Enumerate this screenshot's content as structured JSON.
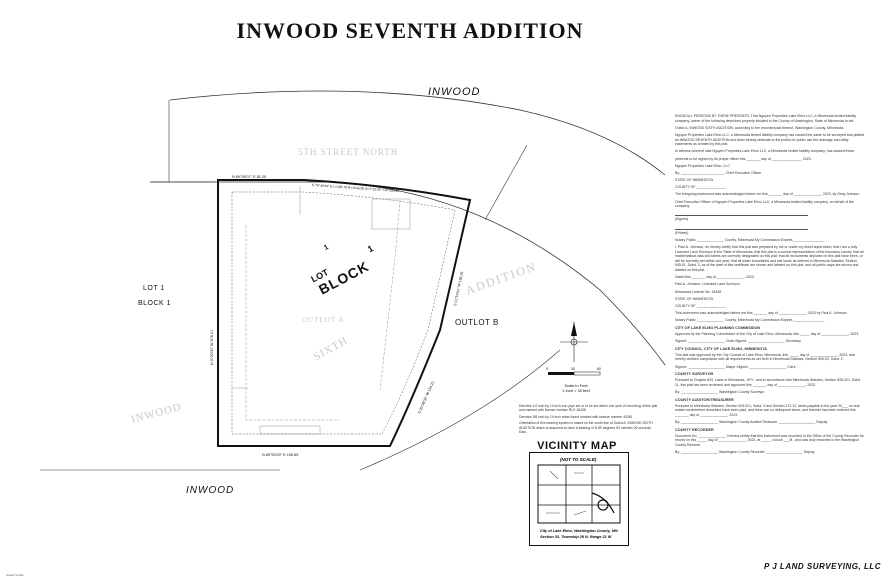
{
  "title": "INWOOD SEVENTH ADDITION",
  "labels": {
    "inwood_top": "INWOOD",
    "fifth_street": "5TH STREET NORTH",
    "lot1_block1_left_lot": "LOT 1",
    "lot1_block1_left_block": "BLOCK 1",
    "inwood_left": "INWOOD",
    "inwood_bottom": "INWOOD",
    "sixth": "SIXTH",
    "addition": "ADDITION",
    "outlot_a": "OUTLOT A",
    "outlot_b": "OUTLOT B",
    "lot_main": "LOT",
    "lot_num": "1",
    "block_main": "BLOCK",
    "block_num": "1",
    "bearing_top": "N 89°55'07\" E  82.25",
    "bearing_left": "N 0°00'00\" W  576.21",
    "bearing_bottom": "N 89°53'00\" E  195.65",
    "bearing_right": "S 11°10'41\" W  196.25",
    "bearing_arc": "S 76°40'44\" E  L=195.70  R=1545.00  D=7°15'35\"  CH=195.25",
    "bearing_lower_right": "S 20°08'33\" W  134.22"
  },
  "notes": {
    "know_all": "KNOW ALL PERSONS BY THESE PRESENTS: That Nguyen Properties Lake Elmo LLC, a Minnesota limited liability company, owner of the following described property situated in the County of Washington, State of Minnesota to wit:",
    "legal": "Outlot A, INWOOD SIXTH ADDITION, according to the recorded plat thereof, Washington County, Minnesota.",
    "caused": "Nguyen Properties Lake Elmo LLC, a Minnesota limited liability company has caused the same to be surveyed and platted as INWOOD SEVENTH ADDITION and does hereby dedicate to the public for public use the drainage and utility easements as created by this plat.",
    "witness": "In witness whereof said Nguyen Properties Lake Elmo LLC, a Minnesota limited liability company, has caused these",
    "presents": "presents to be signed by its proper officer this _______ day of _______________, 2023.",
    "company": "Nguyen Properties Lake Elmo, LLC",
    "by_officer": "By: ______________________, Chief Executive Officer",
    "state1": "STATE OF MINNESOTA",
    "county1": "COUNTY OF _______________",
    "ack1": "The foregoing instrument was acknowledged before me this _______ day of ______________, 2023, by Greg Johnson",
    "ack1b": "Chief Executive Officer of Nguyen Properties Lake Elmo LLC, a Minnesota limited liability company, on behalf of the company.",
    "signed": "(Signed)",
    "printed": "(Printed)",
    "notary1": "Notary Public ______________ County, Minnesota     My Commission Expires ________________",
    "surveyor_cert": "I, Paul A. Johnson, do hereby certify that this plat was prepared by me or under my direct supervision; that I am a duly Licensed Land Surveyor in the State of Minnesota; that this plat is a correct representation of the boundary survey; that all mathematical data and labels are correctly designated on this plat; that all monuments depicted on this plat have been, or will be correctly set within one year; that all water boundaries and wet lands as defined in Minnesota Statutes, Section 505.01, Subd. 3, as of the date of this certificate are shown and labeled on this plat; and all public ways are shown and labeled on this plat.",
    "dated": "Dated this _______ day of ______________, 2023.",
    "surveyor_name": "Paul A. Johnson, Licensed Land Surveyor",
    "license": "Minnesota License No. 18438",
    "state2": "STATE OF MINNESOTA",
    "county2": "COUNTY OF _______________",
    "ack2": "This instrument was acknowledged before me this _______ day of ______________, 2023 by Paul A. Johnson.",
    "notary2": "Notary Public ______________ County, Minnesota     My Commission Expires ________________",
    "planning_h": "CITY OF LAKE ELMO PLANNING COMMISSION",
    "planning": "Approved by the Planning Commission of the City of Lake Elmo, Minnesota, this _____ day of ______________, 2023.",
    "chair": "Signed: ___________________ Chair       Signed: ___________________ Secretary",
    "council_h": "CITY COUNCIL, CITY OF LAKE ELMO, MINNESOTA",
    "council": "This plat was approved by the City Council of Lake Elmo, Minnesota, this _____ day of ______________, 2023, and hereby certifies compliance with all requirements as set forth in Minnesota Statutes, Section 505.03, Subd. 2.",
    "mayor": "Signed: ___________________ Mayor       Signed: ___________________ Clerk",
    "cs_h": "COUNTY SURVEYOR",
    "cs": "Pursuant to Chapter 820, Laws of Minnesota, 1971, and in accordance with Minnesota Statutes, Section 505.021, Subd. 11, this plat has been reviewed and approved this _______ day of ______________, 2023.",
    "cs_sig": "By: ___________________ Washington County Surveyor",
    "aud_h": "COUNTY AUDITOR/TREASURER",
    "aud": "Pursuant to Minnesota Statutes, Section 505.021, Subd. 9 and Section 272.12, taxes payable in the year 20___ on real estate hereinbefore described have been paid, and there are no delinquent taxes, and transfer has been entered this _______ day of ______________, 2023.",
    "aud_sig": "By: ___________________ Washington County Auditor/Treasurer      ___________________ Deputy",
    "rec_h": "COUNTY RECORDER",
    "rec": "Document No. ______________ I hereby certify that this instrument was recorded in the Office of the County Recorder for record on this _____ day of ______________, 2023, at _____ o'clock ___M., and was duly recorded in the Washington County Records.",
    "rec_sig": "By: ___________________ Washington County Recorder      ___________________ Deputy"
  },
  "legend": {
    "l1": "Denotes 1/2 inch by 14 inch iron pipe set or to be set within one year of recording of this plat and marked with license number RLS 18438",
    "l2": "Denotes 5/8 inch by 14 inch rebar found marked with license number 40361",
    "l3": "Orientation of this bearing system is based on the south line of Outlot A, INWOOD SIXTH ADDITION which is assumed to have a bearing of N 89 degrees 53 minutes 00 seconds East."
  },
  "scale": {
    "t0": "0",
    "t30": "30",
    "t60": "60",
    "label": "Scale in Feet",
    "ratio": "1 inch = 30 feet"
  },
  "vicinity": {
    "title": "VICINITY MAP",
    "not_to_scale": "(NOT TO SCALE)",
    "caption1": "City of Lake Elmo, Washington County, MN",
    "caption2": "Section 33, Township 29 N, Range 21 W"
  },
  "footer": {
    "company": "P J LAND SURVEYING, LLC",
    "file": "Inwood 7th Add."
  }
}
